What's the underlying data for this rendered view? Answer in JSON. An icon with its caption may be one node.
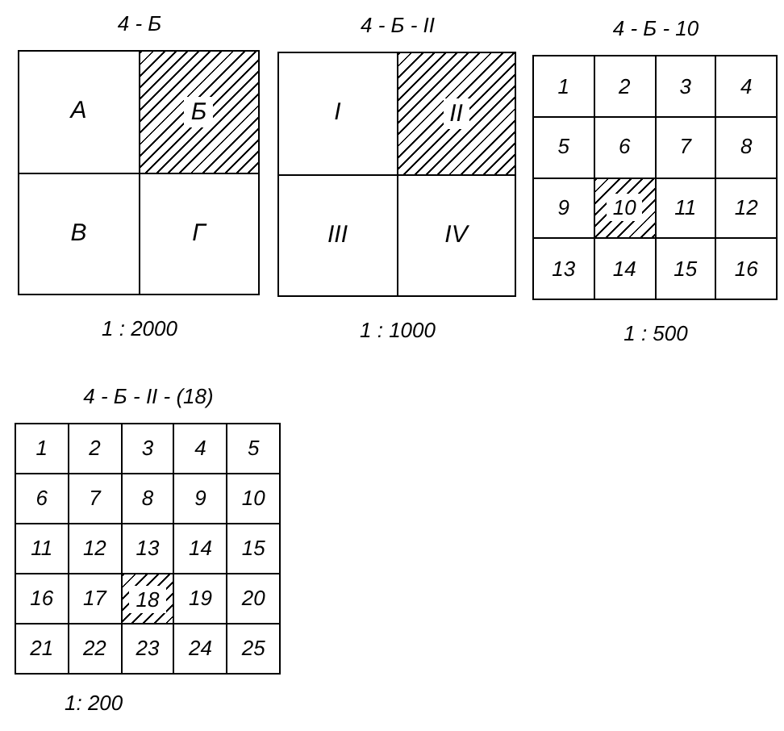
{
  "diagram": {
    "nodes": [
      {
        "text": [
          "4 - Б"
        ],
        "beside": [
          "1 : 2000"
        ]
      },
      {
        "text": [
          "А"
        ],
        "in": 0
      },
      {
        "text": [
          "Б"
        ],
        "in": 0
      },
      {
        "text": [
          "В"
        ],
        "in": 0
      },
      {
        "text": [
          "Г"
        ],
        "in": 0
      },
      {
        "text": [
          "4 - Б - II"
        ],
        "beside": [
          "1 : 1000"
        ]
      },
      {
        "text": [
          "I"
        ],
        "in": 5
      },
      {
        "text": [
          "II"
        ],
        "in": 5
      },
      {
        "text": [
          "III"
        ],
        "in": 5
      },
      {
        "text": [
          "IV"
        ],
        "in": 5
      },
      {
        "text": [
          "4 - Б - 10"
        ],
        "beside": [
          "1 : 500"
        ]
      },
      {
        "text": [
          "1"
        ],
        "in": 10
      },
      {
        "text": [
          "2"
        ],
        "in": 10
      },
      {
        "text": [
          "3"
        ],
        "in": 10
      },
      {
        "text": [
          "4"
        ],
        "in": 10
      },
      {
        "text": [
          "5"
        ],
        "in": 10
      },
      {
        "text": [
          "6"
        ],
        "in": 10
      },
      {
        "text": [
          "7"
        ],
        "in": 10
      },
      {
        "text": [
          "8"
        ],
        "in": 10
      },
      {
        "text": [
          "9"
        ],
        "in": 10
      },
      {
        "text": [
          "10"
        ],
        "in": 10
      },
      {
        "text": [
          "11"
        ],
        "in": 10
      },
      {
        "text": [
          "12"
        ],
        "in": 10
      },
      {
        "text": [
          "13"
        ],
        "in": 10
      },
      {
        "text": [
          "14"
        ],
        "in": 10
      },
      {
        "text": [
          "15"
        ],
        "in": 10
      },
      {
        "text": [
          "16"
        ],
        "in": 10
      },
      {
        "text": [
          "4 - Б - II - (18)"
        ],
        "beside": [
          "1: 200"
        ]
      },
      {
        "text": [
          "1"
        ],
        "in": 27
      },
      {
        "text": [
          "2"
        ],
        "in": 27
      },
      {
        "text": [
          "3"
        ],
        "in": 27
      },
      {
        "text": [
          "4"
        ],
        "in": 27
      },
      {
        "text": [
          "5"
        ],
        "in": 27
      },
      {
        "text": [
          "6"
        ],
        "in": 27
      },
      {
        "text": [
          "7"
        ],
        "in": 27
      },
      {
        "text": [
          "8"
        ],
        "in": 27
      },
      {
        "text": [
          "9"
        ],
        "in": 27
      },
      {
        "text": [
          "10"
        ],
        "in": 27
      },
      {
        "text": [
          "11"
        ],
        "in": 27
      },
      {
        "text": [
          "12"
        ],
        "in": 27
      },
      {
        "text": [
          "13"
        ],
        "in": 27
      },
      {
        "text": [
          "14"
        ],
        "in": 27
      },
      {
        "text": [
          "15"
        ],
        "in": 27
      },
      {
        "text": [
          "16"
        ],
        "in": 27
      },
      {
        "text": [
          "17"
        ],
        "in": 27
      },
      {
        "text": [
          "18"
        ],
        "in": 27
      },
      {
        "text": [
          "19"
        ],
        "in": 27
      },
      {
        "text": [
          "20"
        ],
        "in": 27
      },
      {
        "text": [
          "21"
        ],
        "in": 27
      },
      {
        "text": [
          "22"
        ],
        "in": 27
      },
      {
        "text": [
          "23"
        ],
        "in": 27
      },
      {
        "text": [
          "24"
        ],
        "in": 27
      },
      {
        "text": [
          "25"
        ],
        "in": 27
      }
    ]
  }
}
